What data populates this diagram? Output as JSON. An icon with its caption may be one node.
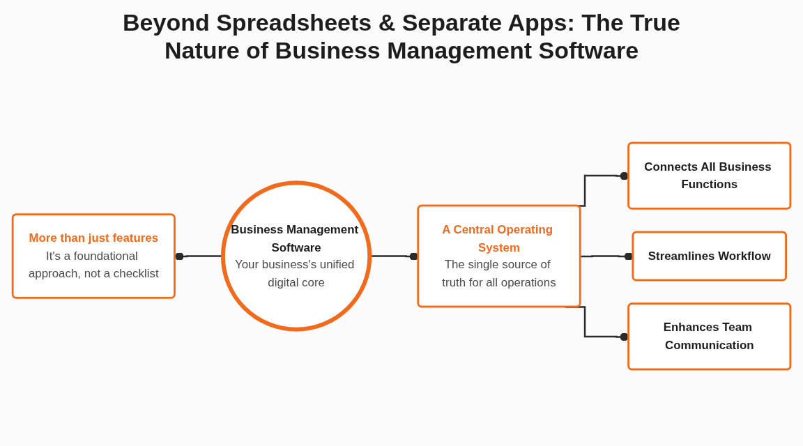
{
  "diagram": {
    "title": "Beyond Spreadsheets & Separate Apps: The True Nature of Business Management Software",
    "nodes": [
      {
        "text": [
          "More than just features",
          "It's a foundational approach, not a checklist"
        ]
      },
      {
        "text": [
          "Business Management Software",
          "Your business's unified digital core"
        ]
      },
      {
        "text": [
          "A Central Operating System",
          "The single source of truth for all operations"
        ]
      },
      {
        "text": [
          "Connects All Business Functions"
        ]
      },
      {
        "text": [
          "Streamlines Workflow"
        ]
      },
      {
        "text": [
          "Enhances Team Communication"
        ]
      }
    ],
    "edges": [
      {
        "from": 0,
        "to": 1,
        "arrow": "other"
      },
      {
        "from": 1,
        "to": 2,
        "arrow": "other"
      },
      {
        "from": 2,
        "to": 3,
        "arrow": "other"
      },
      {
        "from": 2,
        "to": 4,
        "arrow": "other"
      },
      {
        "from": 2,
        "to": 5,
        "arrow": "other"
      }
    ]
  }
}
